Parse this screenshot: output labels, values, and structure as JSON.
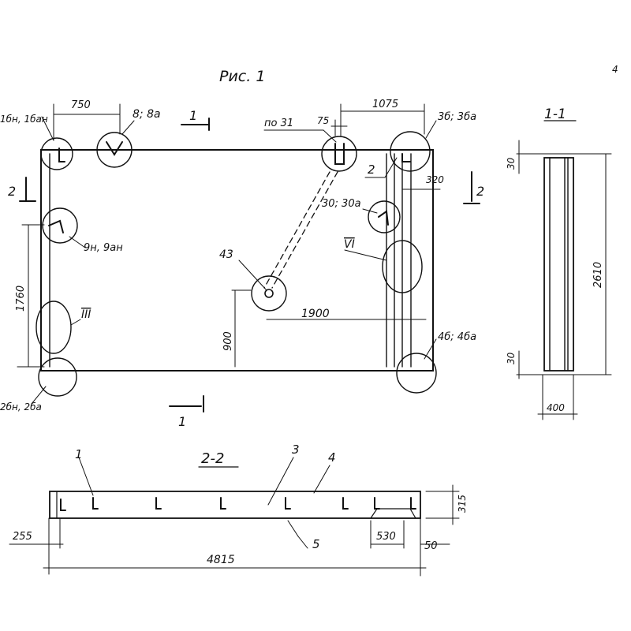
{
  "figure_title": "Рис. 1",
  "page_number": "4",
  "plan": {
    "dimensions": {
      "top_left": "750",
      "top_right": "1075",
      "small_75": "75",
      "right_320": "320",
      "left_vertical": "1760",
      "inner_vertical": "900",
      "center_horizontal": "1900"
    },
    "callouts": {
      "c_1bn": "1бн, 1бан",
      "c_8": "8; 8а",
      "c_po31": "по 31",
      "c_3b": "3б; 3ба",
      "c_2": "2",
      "c_30": "30; 30а",
      "c_9n": "9н, 9ан",
      "c_43": "43",
      "c_VI": "VI",
      "c_III": "III",
      "c_4b": "4б; 4ба",
      "c_2bn": "2бн, 2ба"
    },
    "section_marks": {
      "s1_top": "1",
      "s1_bottom": "1",
      "s2_left": "2",
      "s2_right": "2"
    }
  },
  "section_1_1": {
    "title": "1-1",
    "dim_top": "30",
    "dim_height": "2610",
    "dim_bottom": "30",
    "dim_width": "400"
  },
  "section_2_2": {
    "title": "2-2",
    "labels": {
      "l1": "1",
      "l3": "3",
      "l4": "4",
      "l5": "5"
    },
    "dim_height": "315",
    "dim_left": "255",
    "dim_530": "530",
    "dim_50": "50",
    "dim_total": "4815"
  }
}
